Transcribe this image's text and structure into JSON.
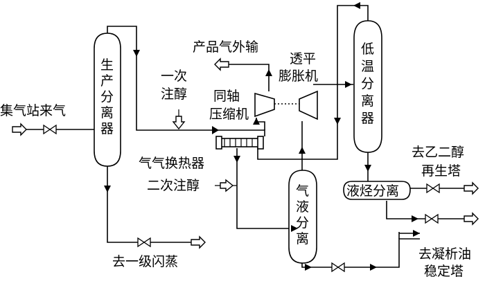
{
  "labels": {
    "feed_gas": "集气站来气",
    "production_separator": [
      "生",
      "产",
      "分",
      "离",
      "器"
    ],
    "first_injection": [
      "一次",
      "注醇"
    ],
    "coaxial_compressor": [
      "同轴",
      "压缩机"
    ],
    "product_gas_export": "产品气外输",
    "turbo_expander": [
      "透平",
      "膨胀机"
    ],
    "low_temp_separator": [
      "低",
      "温",
      "分",
      "离",
      "器"
    ],
    "gas_gas_heat_exchanger": "气气换热器",
    "second_injection": "二次注醇",
    "gas_liquid_separator": [
      "气",
      "液",
      "分",
      "离"
    ],
    "liquid_hydrocarbon_separator": "液烃分离",
    "to_glycol_regen": [
      "去乙二醇",
      "再生塔"
    ],
    "to_first_flash": "去一级闪蒸",
    "to_condensate_stabilizer": [
      "去凝析油",
      "稳定塔"
    ]
  },
  "icons": {
    "valve": "gate-valve-icon",
    "arrow_outlet": "hollow-arrow-icon",
    "flow_arrow": "solid-arrowhead-icon"
  }
}
